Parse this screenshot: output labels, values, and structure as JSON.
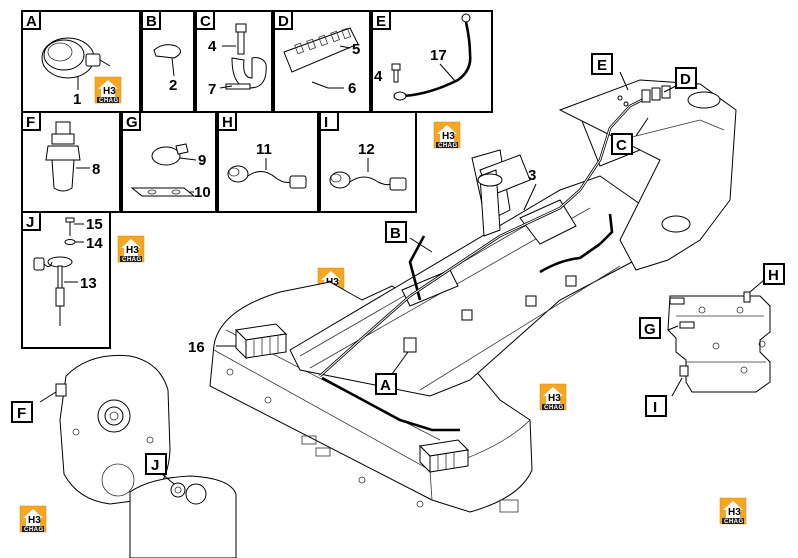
{
  "panels": [
    {
      "letter": "A",
      "parts": [
        "1"
      ]
    },
    {
      "letter": "B",
      "parts": [
        "2"
      ]
    },
    {
      "letter": "C",
      "parts": [
        "4",
        "7"
      ]
    },
    {
      "letter": "D",
      "parts": [
        "5",
        "6"
      ]
    },
    {
      "letter": "E",
      "parts": [
        "17",
        "4"
      ]
    },
    {
      "letter": "F",
      "parts": [
        "8"
      ]
    },
    {
      "letter": "G",
      "parts": [
        "9",
        "10"
      ]
    },
    {
      "letter": "H",
      "parts": [
        "11"
      ]
    },
    {
      "letter": "I",
      "parts": [
        "12"
      ]
    },
    {
      "letter": "J",
      "parts": [
        "15",
        "14",
        "13"
      ]
    }
  ],
  "main": {
    "callouts": [
      "3",
      "16"
    ],
    "location_tags": [
      "E",
      "D",
      "C",
      "B",
      "A"
    ]
  },
  "details": {
    "side_tags": [
      "H",
      "G",
      "I"
    ],
    "lower_tags": [
      "F",
      "J"
    ]
  },
  "watermark": {
    "mark": "H3",
    "word": "CHAG"
  }
}
